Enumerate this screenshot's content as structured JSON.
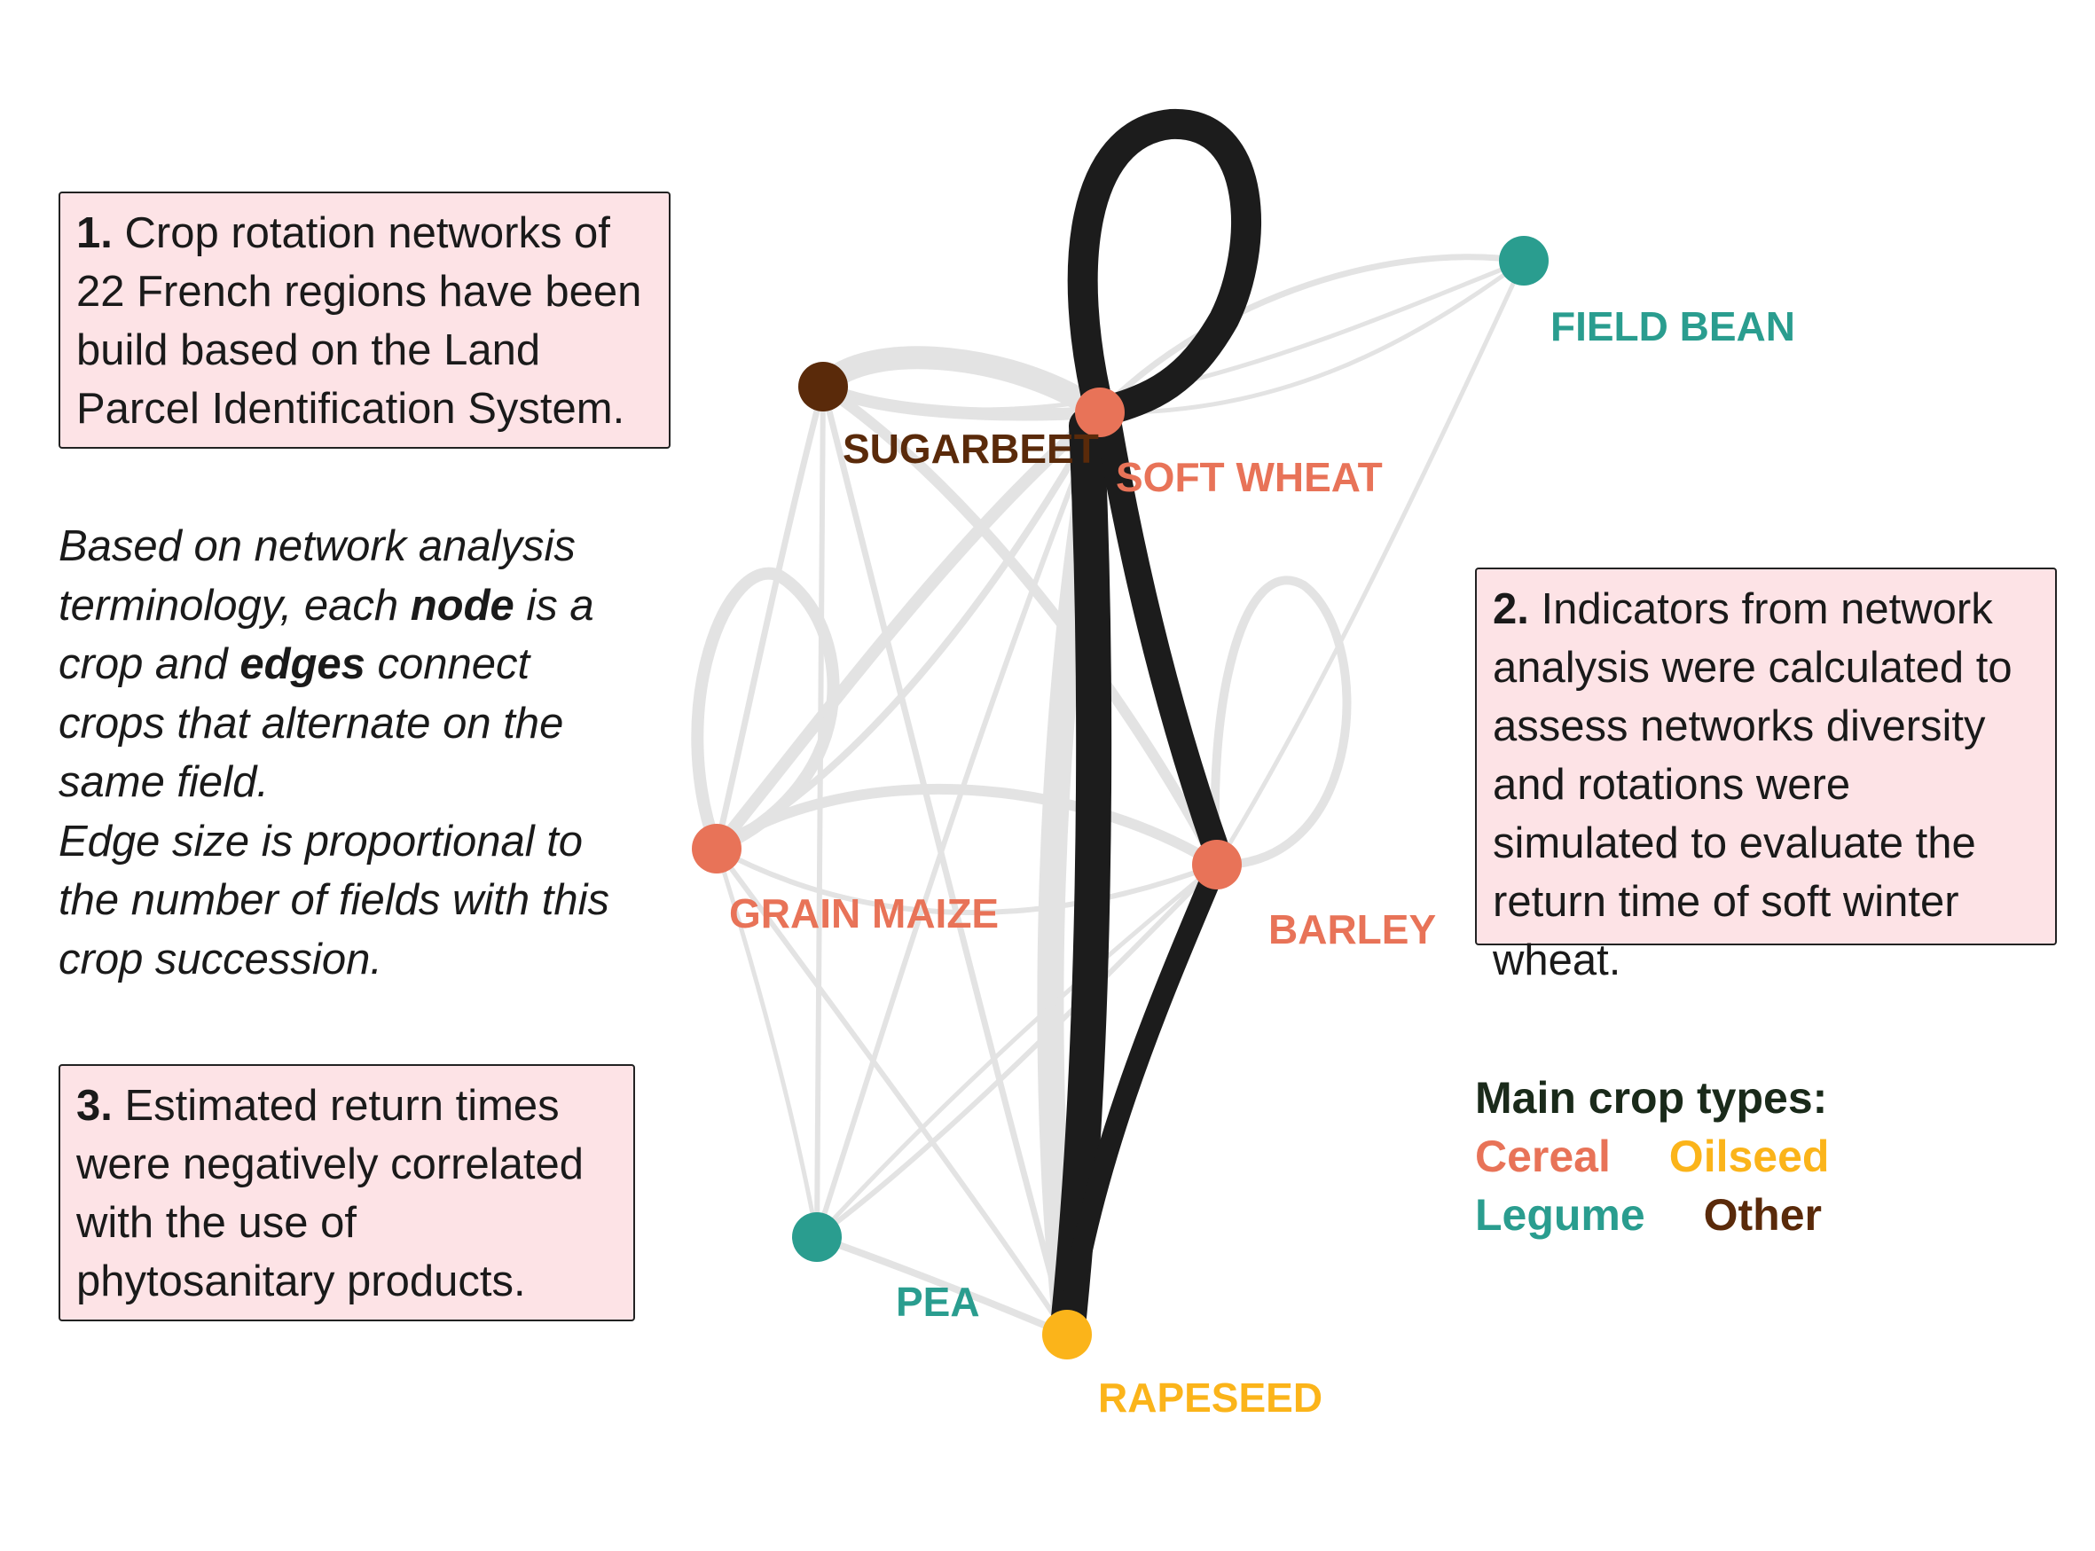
{
  "box1": {
    "num": "1.",
    "text": "Crop rotation networks of 22 French regions have been build based on the Land Parcel Identification System."
  },
  "explanation": {
    "part1": "Based on network analysis terminology, each ",
    "node": "node",
    "part2": " is a crop and ",
    "edges": "edges",
    "part3": " connect crops that alternate on the same field.",
    "line2": "Edge size is proportional to the number of fields with this crop succession."
  },
  "box2": {
    "num": "2.",
    "text": "Indicators from network analysis were calculated to assess networks diversity and rotations were simulated to evaluate the return time of soft winter wheat."
  },
  "box3": {
    "num": "3.",
    "text": "Estimated return times were negatively correlated with the use of phytosanitary products."
  },
  "legend": {
    "title": "Main crop types:",
    "cereal": "Cereal",
    "oilseed": "Oilseed",
    "legume": "Legume",
    "other": "Other"
  },
  "colors": {
    "cereal": "#e87358",
    "oilseed": "#fbb41a",
    "legume": "#2a9d8f",
    "other": "#5a2a0a",
    "edge_light": "#e3e3e3",
    "edge_dark": "#1c1c1c",
    "box_bg": "#fde3e6"
  },
  "nodes": [
    {
      "id": "sugarbeet",
      "label": "SUGARBEET",
      "type": "other"
    },
    {
      "id": "soft_wheat",
      "label": "SOFT WHEAT",
      "type": "cereal"
    },
    {
      "id": "field_bean",
      "label": "FIELD BEAN",
      "type": "legume"
    },
    {
      "id": "grain_maize",
      "label": "GRAIN MAIZE",
      "type": "cereal"
    },
    {
      "id": "barley",
      "label": "BARLEY",
      "type": "cereal"
    },
    {
      "id": "pea",
      "label": "PEA",
      "type": "legume"
    },
    {
      "id": "rapeseed",
      "label": "RAPESEED",
      "type": "oilseed"
    }
  ]
}
